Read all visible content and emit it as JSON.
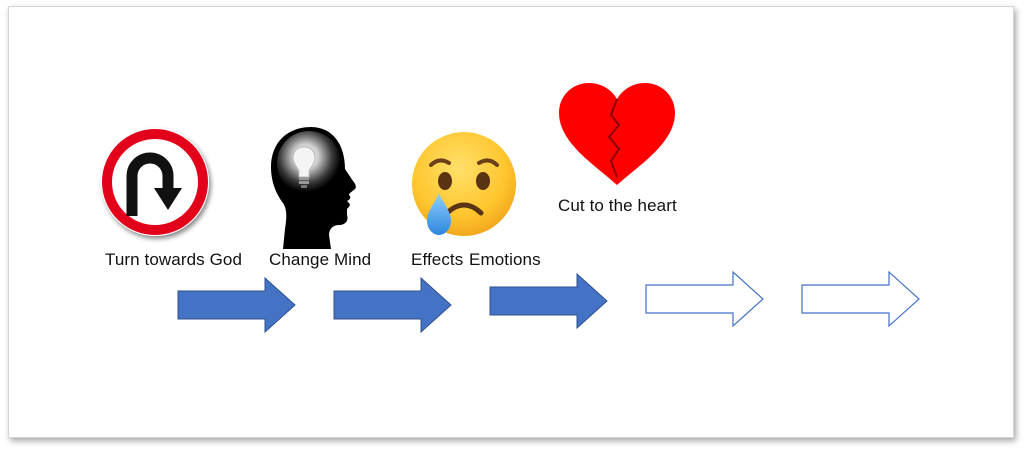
{
  "steps": [
    {
      "label": "Turn towards God",
      "icon": "u-turn-sign-icon"
    },
    {
      "label": "Change Mind",
      "icon": "head-lightbulb-icon"
    },
    {
      "label": "Effects",
      "icon": "crying-face-icon"
    },
    {
      "label": "Emotions",
      "icon": ""
    },
    {
      "label": "Cut to the heart",
      "icon": "broken-heart-icon"
    }
  ],
  "arrows": [
    {
      "style": "filled"
    },
    {
      "style": "filled"
    },
    {
      "style": "filled"
    },
    {
      "style": "outline"
    },
    {
      "style": "outline"
    }
  ],
  "colors": {
    "arrow_fill": "#4472C4",
    "arrow_outline": "#4472C4",
    "sign_red": "#E3001B",
    "heart_red": "#FF0000",
    "emoji_yellow": "#FFCC33"
  }
}
